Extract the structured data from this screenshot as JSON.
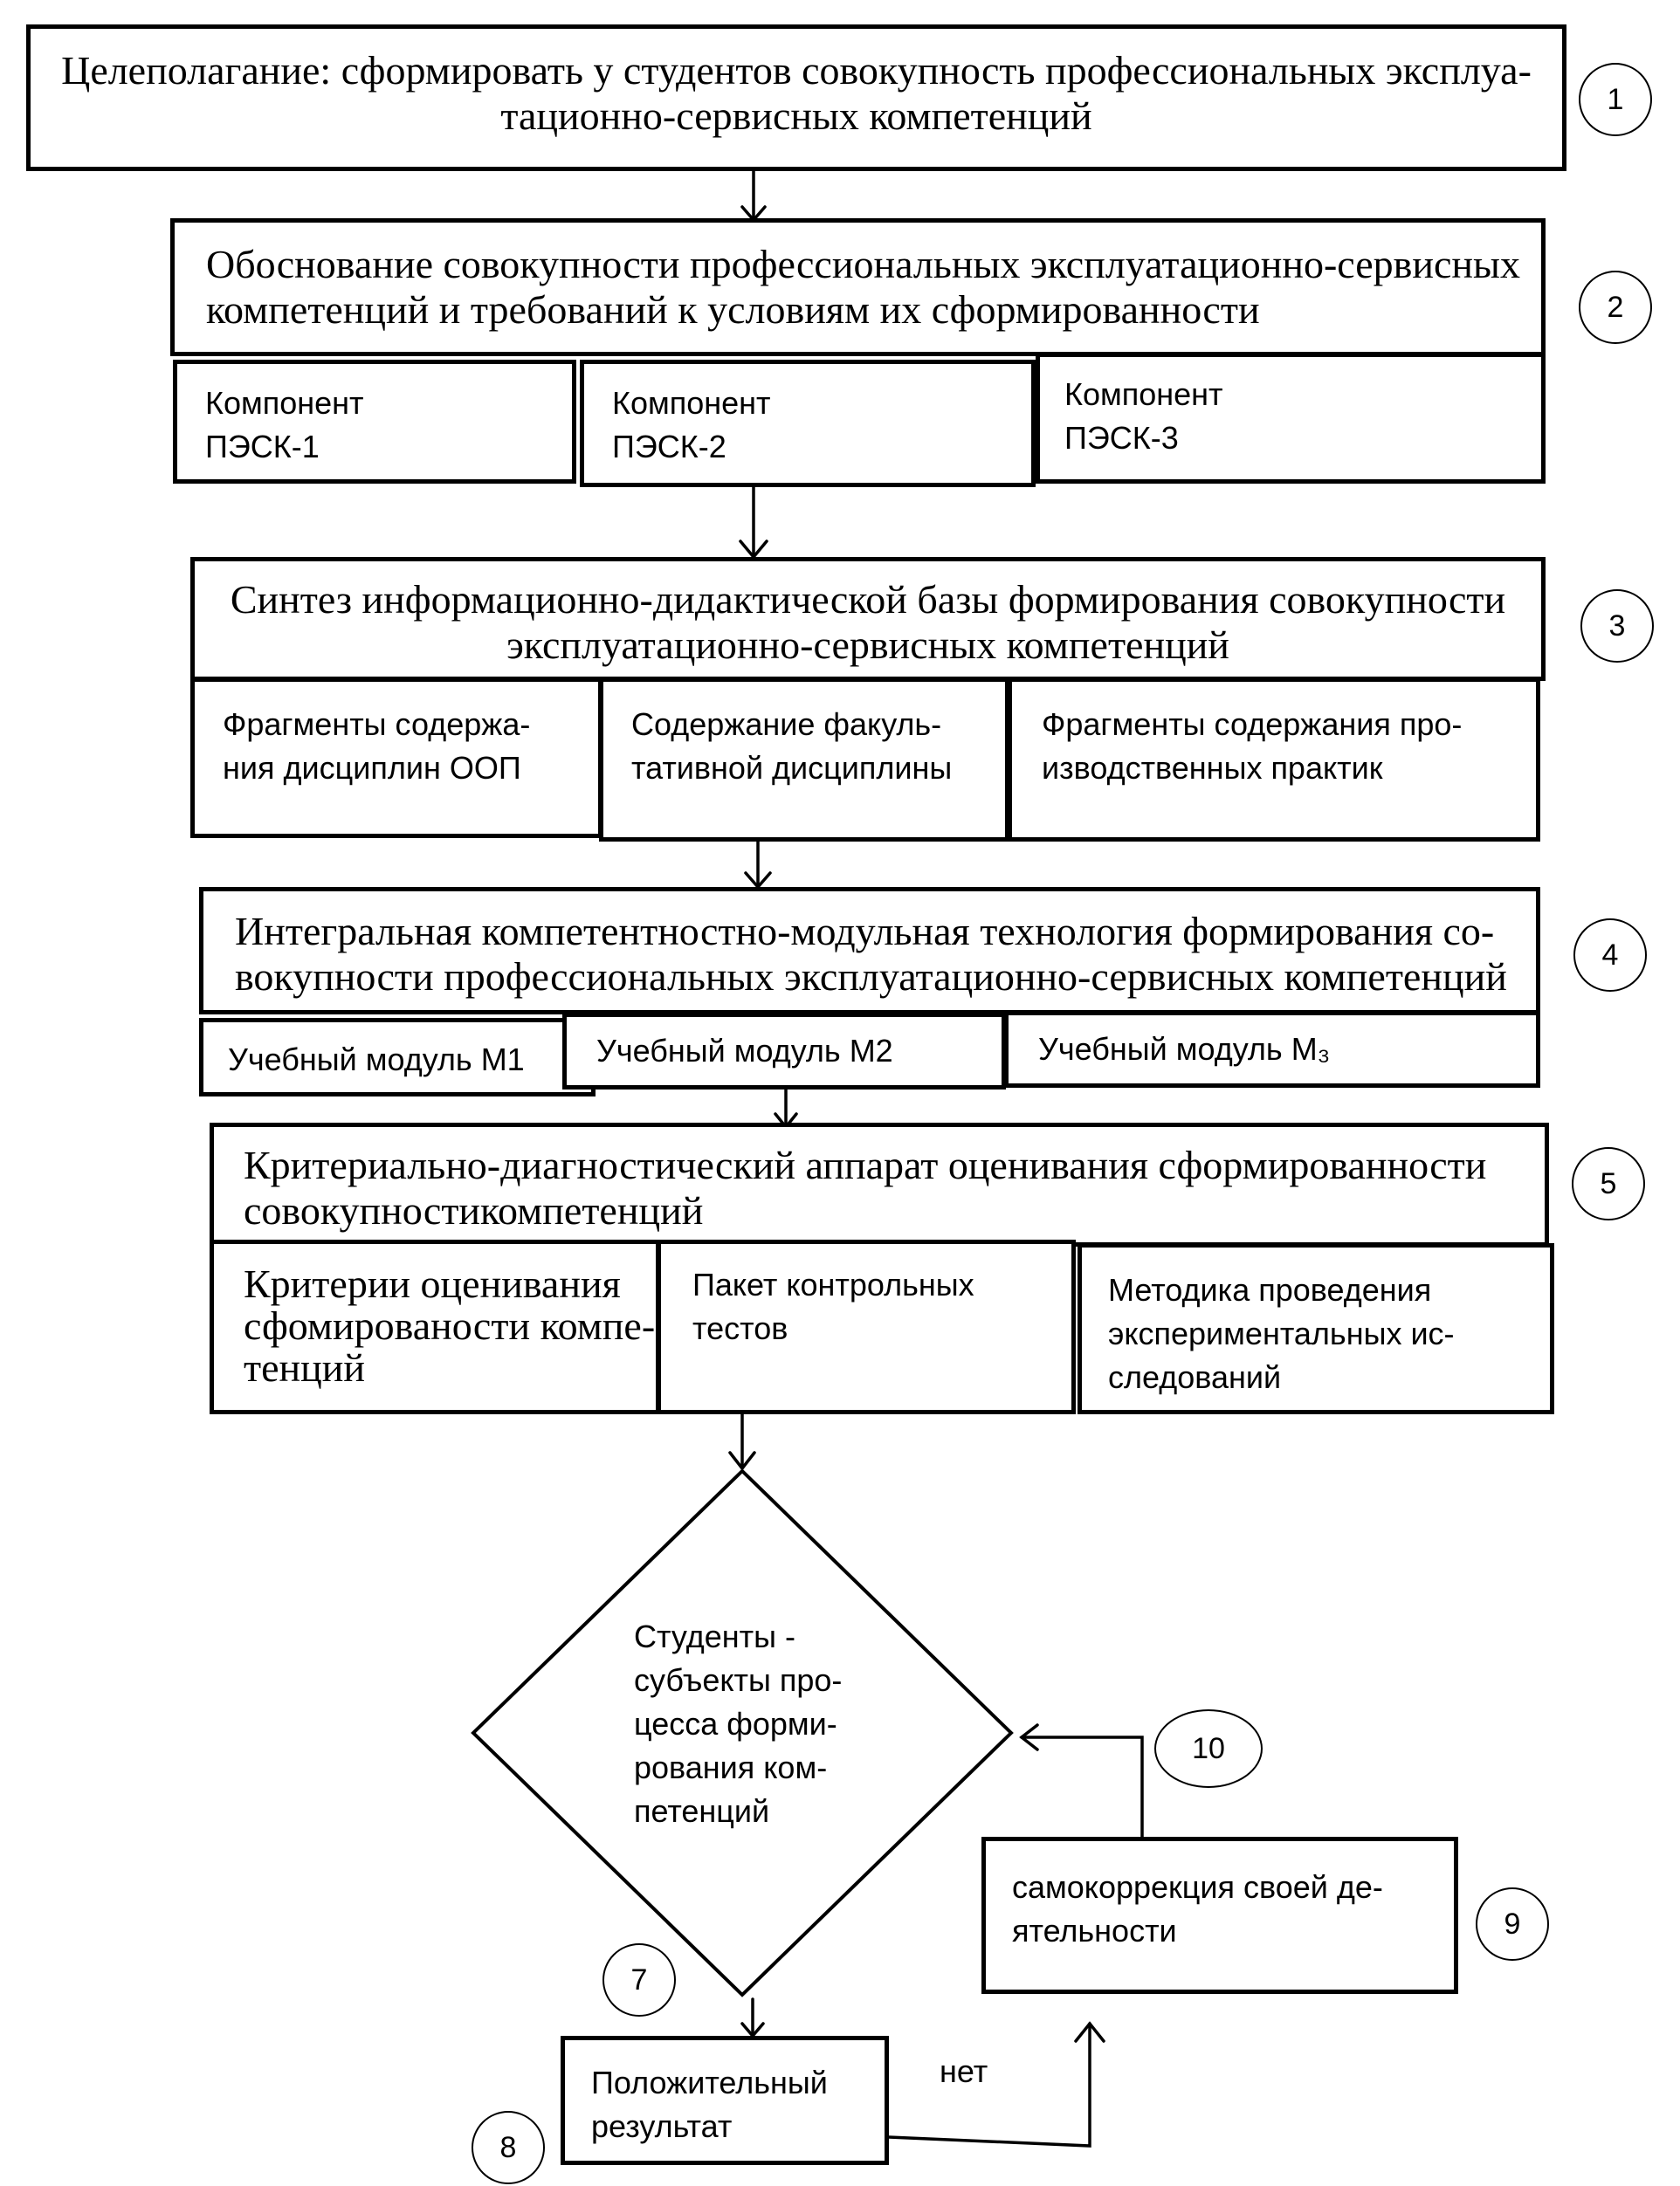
{
  "step1": {
    "number": "1",
    "text": "Целеполагание: сформировать у студентов совокупность профессиональных эксплуа-\nтационно-сервисных компетенций"
  },
  "step2": {
    "number": "2",
    "text": "Обоснование совокупности профессиональных эксплуатационно-сервисных\nкомпетенций и требований к условиям их сформированности",
    "components": [
      "Компонент\nПЭСК-1",
      "Компонент\nПЭСК-2",
      "Компонент\nПЭСК-3"
    ]
  },
  "step3": {
    "number": "3",
    "text": "Синтез информационно-дидактической базы формирования совокупности\nэксплуатационно-сервисных компетенций",
    "components": [
      "Фрагменты содержа-\nния дисциплин ООП",
      "Содержание факуль-\nтативной дисциплины",
      "Фрагменты содержания про-\nизводственных практик"
    ]
  },
  "step4": {
    "number": "4",
    "text": "Интегральная компетентностно-модульная технология формирования со-\nвокупности профессиональных эксплуатационно-сервисных компетенций",
    "modules": [
      "Учебный модуль М1",
      "Учебный модуль М2",
      "Учебный модуль М₃"
    ]
  },
  "step5": {
    "number": "5",
    "text": "Критериально-диагностический аппарат оценивания сформированности\nсовокупностикомпетенций",
    "components": [
      "Критерии оценивания\nсфомированости компе-\nтенций",
      "Пакет контрольных\nтестов",
      "Методика проведения\nэкспериментальных ис-\nследований"
    ]
  },
  "decision": {
    "text": "Студенты -\nсубъекты про-\nцесса форми-\nрования ком-\nпетенций"
  },
  "circle7": "7",
  "result": {
    "number": "8",
    "text": "Положительный\nрезультат"
  },
  "no_label": "нет",
  "correction": {
    "number": "9",
    "text": "самокоррекция своей де-\nятельности"
  },
  "circle10": "10"
}
